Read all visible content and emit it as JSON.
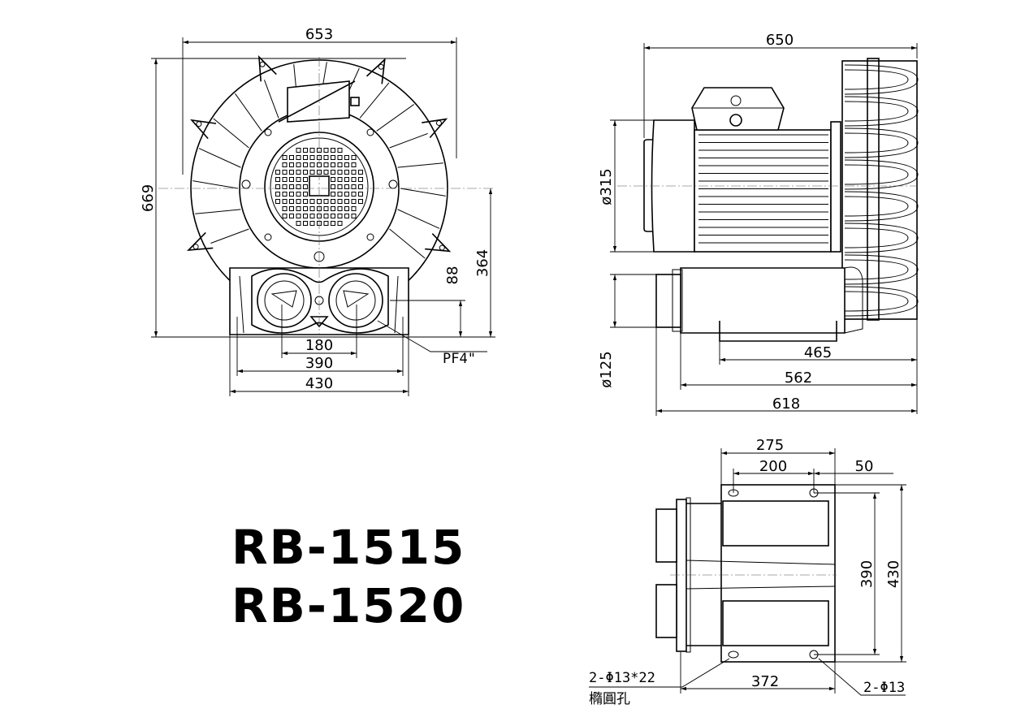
{
  "models": {
    "line1": "RB-1515",
    "line2": "RB-1520"
  },
  "front_view": {
    "width": "653",
    "height": "669",
    "center_height": "364",
    "port_height": "88",
    "port_spacing": "180",
    "hole_spacing": "390",
    "base_width": "430",
    "port_label": "PF4\""
  },
  "side_view": {
    "length": "650",
    "motor_dia": "ø315",
    "port_dia": "ø125",
    "base_465": "465",
    "base_562": "562",
    "total_618": "618"
  },
  "bottom_view": {
    "dim_275": "275",
    "dim_200": "200",
    "dim_50": "50",
    "dim_390": "390",
    "dim_430": "430",
    "dim_372": "372",
    "slot_label": "2-Φ13*22",
    "slot_desc": "橢圓孔",
    "hole_label": "2-Φ13"
  }
}
